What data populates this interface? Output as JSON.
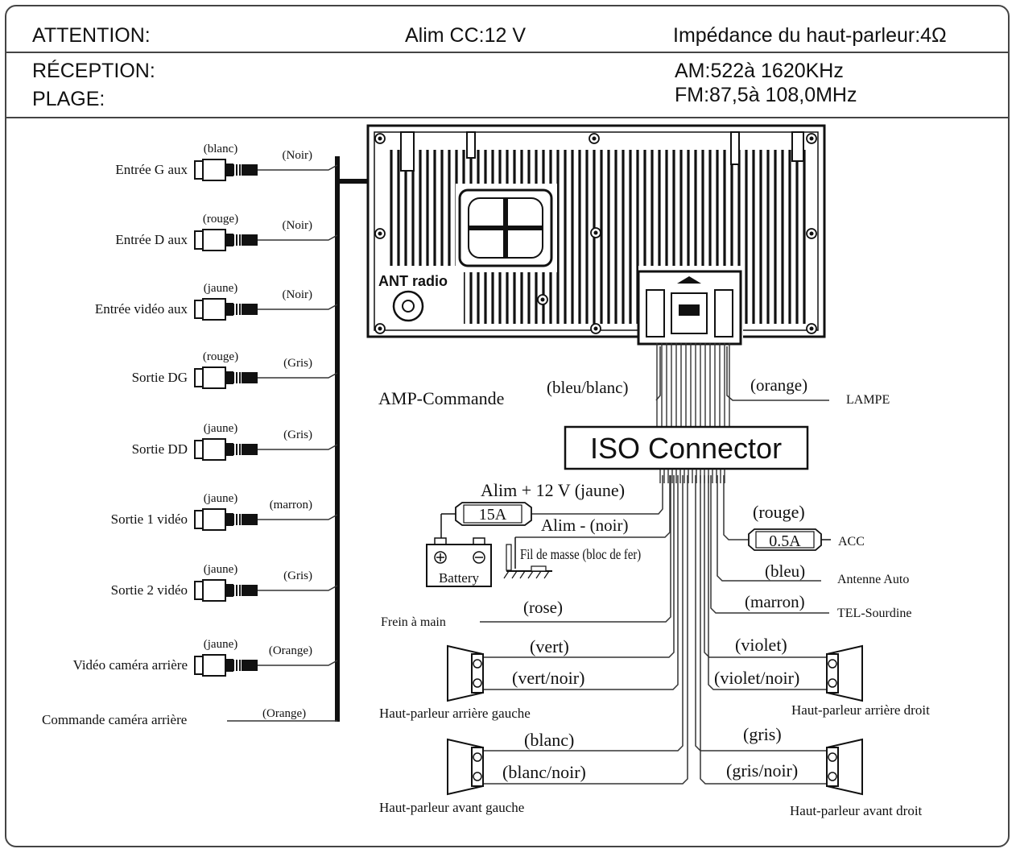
{
  "header": {
    "attention": "ATTENTION:",
    "power": "Alim CC:12 V",
    "impedance": "Impédance du haut-parleur:4Ω",
    "reception_line1": "RÉCEPTION:",
    "reception_line2": "PLAGE:",
    "am": "AM:522à 1620KHz",
    "fm": "FM:87,5à 108,0MHz"
  },
  "left_inputs": [
    {
      "label": "Entrée G aux",
      "plug": "(blanc)",
      "wire": "(Noir)"
    },
    {
      "label": "Entrée D aux",
      "plug": "(rouge)",
      "wire": "(Noir)"
    },
    {
      "label": "Entrée vidéo aux",
      "plug": "(jaune)",
      "wire": "(Noir)"
    },
    {
      "label": "Sortie DG",
      "plug": "(rouge)",
      "wire": "(Gris)"
    },
    {
      "label": "Sortie DD",
      "plug": "(jaune)",
      "wire": "(Gris)"
    },
    {
      "label": "Sortie 1 vidéo",
      "plug": "(jaune)",
      "wire": "(marron)"
    },
    {
      "label": "Sortie 2 vidéo",
      "plug": "(jaune)",
      "wire": "(Gris)"
    },
    {
      "label": "Vidéo caméra arrière",
      "plug": "(jaune)",
      "wire": "(Orange)"
    }
  ],
  "camera_control": {
    "label": "Commande caméra arrière",
    "wire": "(Orange)"
  },
  "head_unit": {
    "antenna": "ANT radio"
  },
  "iso": {
    "title": "ISO Connector",
    "amp_label": "AMP-Commande",
    "amp_wire": "(bleu/blanc)",
    "lamp_wire": "(orange)",
    "lamp_label": "LAMPE",
    "power_plus": "Alim + 12 V (jaune)",
    "fuse15": "15A",
    "power_minus": "Alim - (noir)",
    "battery": "Battery",
    "ground": "Fil de masse (bloc de fer)",
    "acc_wire": "(rouge)",
    "fuse05": "0.5A",
    "acc_label": "ACC",
    "ant_wire": "(bleu)",
    "ant_label": "Antenne Auto",
    "tel_wire": "(marron)",
    "tel_label": "TEL-Sourdine",
    "brake_label": "Frein à main",
    "brake_wire": "(rose)"
  },
  "speakers": {
    "rl_pos": "(vert)",
    "rl_neg": "(vert/noir)",
    "rl_label": "Haut-parleur arrière gauche",
    "rr_pos": "(violet)",
    "rr_neg": "(violet/noir)",
    "rr_label": "Haut-parleur arrière droit",
    "fl_pos": "(blanc)",
    "fl_neg": "(blanc/noir)",
    "fl_label": "Haut-parleur avant gauche",
    "fr_pos": "(gris)",
    "fr_neg": "(gris/noir)",
    "fr_label": "Haut-parleur avant droit"
  }
}
